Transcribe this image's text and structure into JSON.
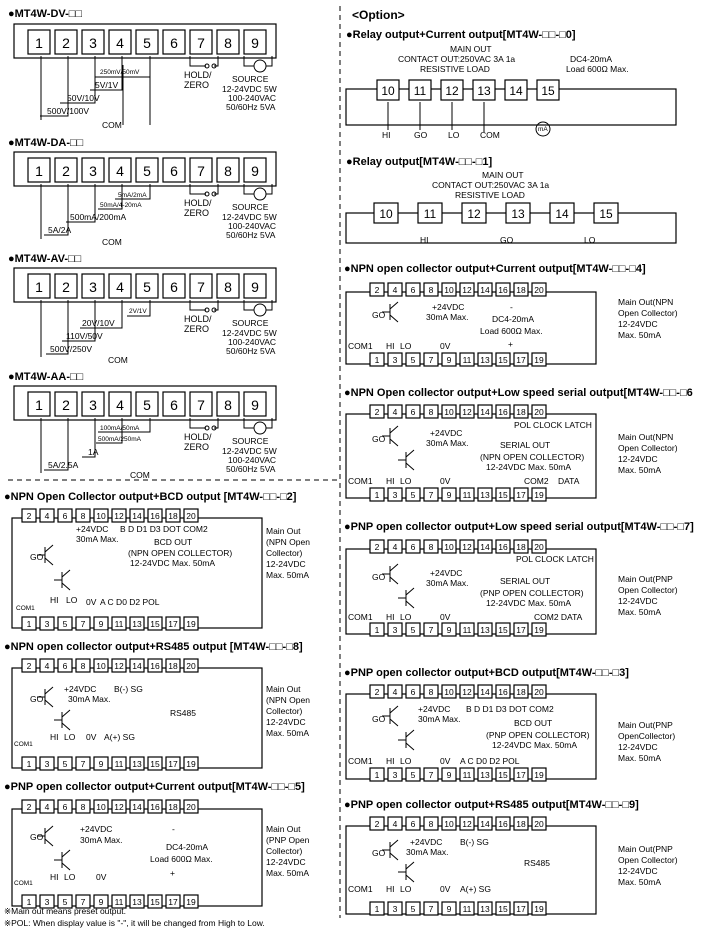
{
  "left": {
    "dv": {
      "title": "●MT4W-DV-□□",
      "r1": "250mV/50mV",
      "r2": "5V/1V",
      "r3": "50V/10V",
      "r4": "500V/100V"
    },
    "da": {
      "title": "●MT4W-DA-□□",
      "r1": "5mA/2mA",
      "r2": "50mA/4-20mA",
      "r3": "500mA/200mA",
      "r4": "5A/2A"
    },
    "av": {
      "title": "●MT4W-AV-□□",
      "r1": "2V/1V",
      "r2": "20V/10V",
      "r3": "110V/50V",
      "r4": "500V/250V"
    },
    "aa": {
      "title": "●MT4W-AA-□□",
      "r1": "100mA/50mA",
      "r2": "500mA/250mA",
      "r3": "1A",
      "r4": "5A/2.5A"
    },
    "common": {
      "com": "COM",
      "hold": "HOLD/",
      "zero": "ZERO",
      "source": "SOURCE",
      "s1": "12-24VDC 5W",
      "s2": "100-240VAC",
      "s3": "50/60Hz 5VA"
    }
  },
  "option_title": "<Option>",
  "relay_current": {
    "title": "●Relay output+Current output[MT4W-□□-□0]",
    "main": "MAIN OUT",
    "contact": "CONTACT OUT:250VAC 3A 1a",
    "resist": "RESISTIVE LOAD",
    "dc": "DC4-20mA",
    "load": "Load 600Ω Max.",
    "hi": "HI",
    "go": "GO",
    "lo": "LO",
    "com": "COM",
    "ma": "mA"
  },
  "relay": {
    "title": "●Relay output[MT4W-□□-□1]",
    "main": "MAIN OUT",
    "contact": "CONTACT OUT:250VAC 3A 1a",
    "resist": "RESISTIVE LOAD",
    "hi": "HI",
    "go": "GO",
    "lo": "LO"
  },
  "common": {
    "v24": "+24VDC",
    "ma30": "30mA Max.",
    "go": "GO",
    "hi": "HI",
    "lo": "LO",
    "com1": "COM1",
    "ov": "0V"
  },
  "npn_current": {
    "title": "●NPN open collector output+Current output[MT4W-□□-□4]",
    "dc": "DC4-20mA",
    "load": "Load 600Ω Max.",
    "minus": "-",
    "plus": "+",
    "s1": "Main Out(NPN",
    "s2": "Open Collector)",
    "s3": "12-24VDC",
    "s4": "Max. 50mA"
  },
  "npn_serial": {
    "title": "●NPN Open collector output+Low speed serial output[MT4W-□□-□6",
    "hdr": "POL CLOCK LATCH",
    "so": "SERIAL OUT",
    "oc": "(NPN OPEN COLLECTOR)",
    "mx": "12-24VDC Max. 50mA",
    "com2": "COM2",
    "data": "DATA",
    "s1": "Main Out(NPN",
    "s2": "Open Collector)",
    "s3": "12-24VDC",
    "s4": "Max. 50mA"
  },
  "pnp_serial": {
    "title": "●PNP open collector output+Low speed serial output[MT4W-□□-□7]",
    "hdr": "POL CLOCK LATCH",
    "so": "SERIAL OUT",
    "oc": "(PNP OPEN COLLECTOR)",
    "mx": "12-24VDC Max. 50mA",
    "com2": "COM2 DATA",
    "s1": "Main Out(PNP",
    "s2": "Open Collector)",
    "s3": "12-24VDC",
    "s4": "Max. 50mA"
  },
  "pnp_bcd": {
    "title": "●PNP open collector output+BCD output[MT4W-□□-□3]",
    "top": "B   D   D1  D3 DOT COM2",
    "bcd": "BCD OUT",
    "oc": "(PNP OPEN COLLECTOR)",
    "mx": "12-24VDC Max. 50mA",
    "bot": "A    C   D0  D2      POL",
    "s1": "Main Out(PNP",
    "s2": "OpenCollector)",
    "s3": "12-24VDC",
    "s4": "Max. 50mA"
  },
  "pnp_rs485": {
    "title": "●PNP open collector output+RS485 output[MT4W-□□-□9]",
    "b": "B(-)   SG",
    "a": "A(+)   SG",
    "rs": "RS485",
    "s1": "Main Out(PNP",
    "s2": "Open Collector)",
    "s3": "12-24VDC",
    "s4": "Max. 50mA"
  },
  "npn_bcd": {
    "title": "●NPN Open Collector output+BCD output [MT4W-□□-□2]",
    "top": "B    D   D1  D3  DOT COM2",
    "bcd": "BCD OUT",
    "oc": "(NPN OPEN COLLECTOR)",
    "mx": "12-24VDC Max. 50mA",
    "bot": "A    C   D0  D2          POL",
    "s1": "Main Out",
    "s2": "(NPN Open",
    "s3": "Collector)",
    "s4": "12-24VDC",
    "s5": "Max. 50mA"
  },
  "npn_rs485": {
    "title": "●NPN open collector output+RS485 output [MT4W-□□-□8]",
    "b": "B(-)   SG",
    "a": "A(+)   SG",
    "rs": "RS485",
    "s1": "Main Out",
    "s2": "(NPN Open",
    "s3": "Collector)",
    "s4": "12-24VDC",
    "s5": "Max. 50mA"
  },
  "pnp_current": {
    "title": "●PNP open collector output+Current output[MT4W-□□-□5]",
    "dc": "DC4-20mA",
    "load": "Load 600Ω Max.",
    "minus": "-",
    "plus": "+",
    "s1": "Main Out",
    "s2": "(PNP Open",
    "s3": "Collector)",
    "s4": "12-24VDC",
    "s5": "Max. 50mA"
  },
  "footnote1": "※Main out means preset output.",
  "footnote2": "※POL: When display value is \"-\", it will be changed from High to Low."
}
